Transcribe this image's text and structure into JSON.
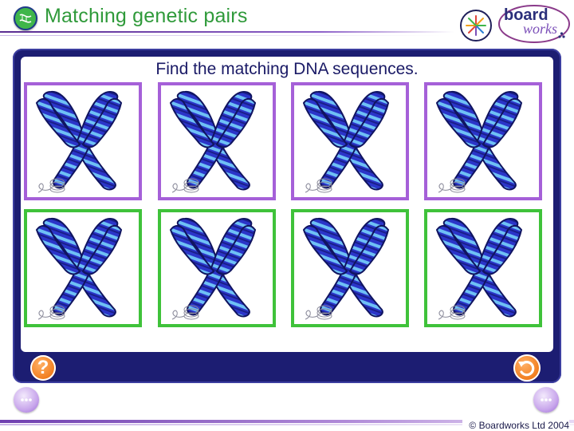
{
  "header": {
    "title": "Matching genetic pairs",
    "logo": {
      "word_top": "board",
      "word_bottom": "works"
    }
  },
  "main": {
    "instruction": "Find the matching DNA sequences.",
    "cards": [
      {
        "row": 1,
        "col": 1,
        "icon": "chromosome-icon",
        "frame_color": "#a560d8"
      },
      {
        "row": 1,
        "col": 2,
        "icon": "chromosome-icon",
        "frame_color": "#a560d8"
      },
      {
        "row": 1,
        "col": 3,
        "icon": "chromosome-icon",
        "frame_color": "#a560d8"
      },
      {
        "row": 1,
        "col": 4,
        "icon": "chromosome-icon",
        "frame_color": "#a560d8"
      },
      {
        "row": 2,
        "col": 1,
        "icon": "chromosome-icon",
        "frame_color": "#3fc23a"
      },
      {
        "row": 2,
        "col": 2,
        "icon": "chromosome-icon",
        "frame_color": "#3fc23a"
      },
      {
        "row": 2,
        "col": 3,
        "icon": "chromosome-icon",
        "frame_color": "#3fc23a"
      },
      {
        "row": 2,
        "col": 4,
        "icon": "chromosome-icon",
        "frame_color": "#3fc23a"
      }
    ],
    "help_label": "?"
  },
  "footer": {
    "copyright": "© Boardworks Ltd 2004"
  },
  "colors": {
    "panel": "#1c1d72",
    "title_green": "#2f9a3a",
    "chromosome_blue": "#2b35c9",
    "chromosome_light": "#6ec0f5",
    "button_orange": "#f07a1a"
  }
}
